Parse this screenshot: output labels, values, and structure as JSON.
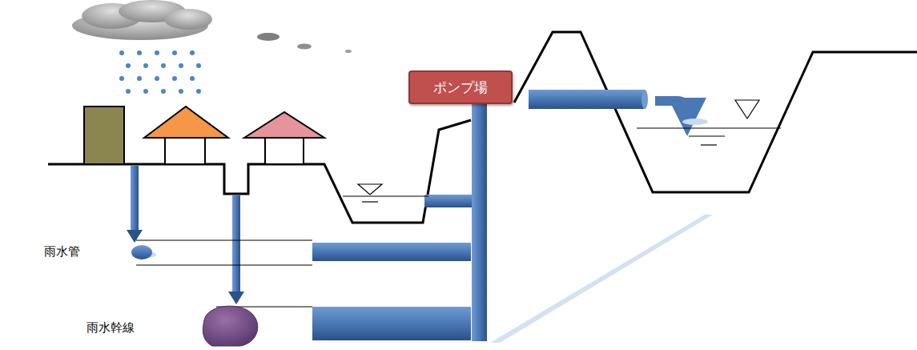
{
  "diagram": {
    "nodes": [
      {
        "text": [
          "ポンプ場"
        ]
      }
    ],
    "labels": [
      "雨水管",
      "雨水幹線"
    ]
  }
}
